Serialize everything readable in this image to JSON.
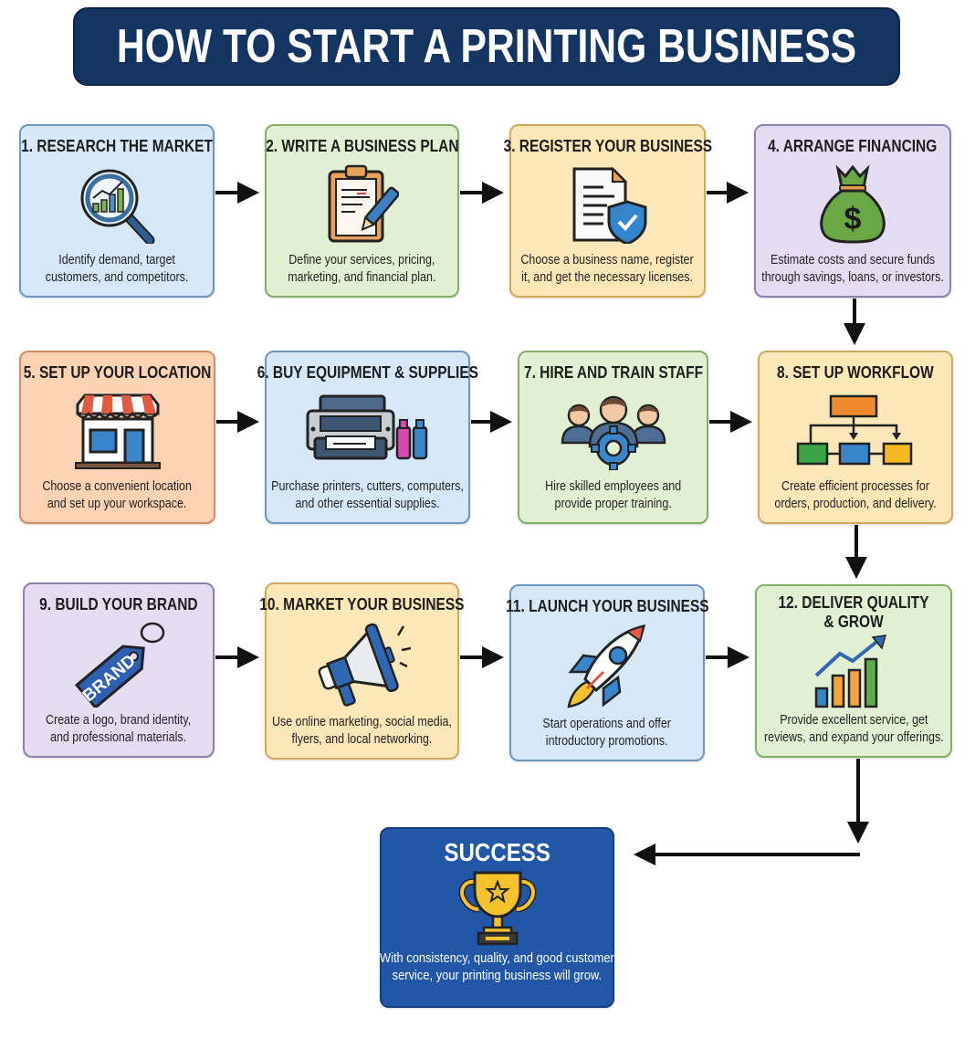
{
  "title": "HOW TO START A PRINTING BUSINESS",
  "colors": {
    "title_bg": "#143462",
    "blue": "#d6e8f7",
    "green": "#e1efd2",
    "yellow": "#fbe7b8",
    "purple": "#e4ddf2",
    "orange": "#fbd2b4",
    "success_bg": "#2157a6"
  },
  "steps": [
    {
      "heading": "1. RESEARCH THE MARKET",
      "icon": "magnifier-chart-icon",
      "desc1": "Identify demand, target",
      "desc2": "customers, and competitors."
    },
    {
      "heading": "2. WRITE A BUSINESS PLAN",
      "icon": "clipboard-pencil-icon",
      "desc1": "Define your services, pricing,",
      "desc2": "marketing, and financial plan."
    },
    {
      "heading": "3. REGISTER YOUR BUSINESS",
      "icon": "document-shield-icon",
      "desc1": "Choose a business name, register",
      "desc2": "it, and get the necessary licenses."
    },
    {
      "heading": "4. ARRANGE FINANCING",
      "icon": "money-bag-icon",
      "desc1": "Estimate costs and secure funds",
      "desc2": "through savings, loans, or investors."
    },
    {
      "heading": "5. SET UP YOUR LOCATION",
      "icon": "storefront-icon",
      "desc1": "Choose a convenient location",
      "desc2": "and set up your workspace."
    },
    {
      "heading": "6. BUY EQUIPMENT & SUPPLIES",
      "icon": "printer-ink-icon",
      "desc1": "Purchase printers, cutters, computers,",
      "desc2": "and other essential supplies."
    },
    {
      "heading": "7. HIRE AND TRAIN STAFF",
      "icon": "team-gear-icon",
      "desc1": "Hire skilled employees and",
      "desc2": "provide proper training."
    },
    {
      "heading": "8. SET UP WORKFLOW",
      "icon": "flowchart-icon",
      "desc1": "Create efficient processes for",
      "desc2": "orders, production, and delivery."
    },
    {
      "heading": "9. BUILD YOUR BRAND",
      "icon": "brand-tag-icon",
      "brand_text": "BRAND",
      "desc1": "Create a logo, brand identity,",
      "desc2": "and professional materials."
    },
    {
      "heading": "10. MARKET YOUR BUSINESS",
      "icon": "megaphone-icon",
      "desc1": "Use online marketing, social media,",
      "desc2": "flyers, and local networking."
    },
    {
      "heading": "11. LAUNCH YOUR BUSINESS",
      "icon": "rocket-icon",
      "desc1": "Start operations and offer",
      "desc2": "introductory promotions."
    },
    {
      "heading": "12. DELIVER QUALITY",
      "heading2": "& GROW",
      "icon": "growth-chart-icon",
      "desc1": "Provide excellent service, get",
      "desc2": "reviews, and expand your offerings."
    }
  ],
  "success": {
    "heading": "SUCCESS",
    "icon": "trophy-icon",
    "desc1": "With consistency, quality, and good customer",
    "desc2": "service, your printing business will grow."
  }
}
